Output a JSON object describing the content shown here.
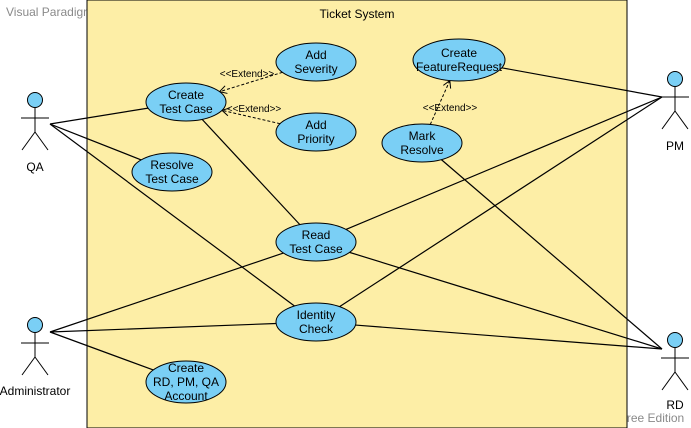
{
  "watermark_top": "Visual Paradigm Online Free Edition",
  "watermark_bottom": "Visual Paradigm Online Free Edition",
  "system": {
    "title": "Ticket System"
  },
  "actors": [
    {
      "id": "qa",
      "label": "QA"
    },
    {
      "id": "administrator",
      "label": "Administrator"
    },
    {
      "id": "pm",
      "label": "PM"
    },
    {
      "id": "rd",
      "label": "RD"
    }
  ],
  "use_cases": [
    {
      "id": "create-test-case",
      "lines": [
        "Create",
        "Test Case"
      ]
    },
    {
      "id": "add-severity",
      "lines": [
        "Add",
        "Severity"
      ]
    },
    {
      "id": "add-priority",
      "lines": [
        "Add",
        "Priority"
      ]
    },
    {
      "id": "resolve-test-case",
      "lines": [
        "Resolve",
        "Test Case"
      ]
    },
    {
      "id": "create-feature-request",
      "lines": [
        "Create",
        "FeatureRequest"
      ]
    },
    {
      "id": "mark-resolve",
      "lines": [
        "Mark",
        "Resolve"
      ]
    },
    {
      "id": "read-test-case",
      "lines": [
        "Read",
        "Test Case"
      ]
    },
    {
      "id": "identity-check",
      "lines": [
        "Identity",
        "Check"
      ]
    },
    {
      "id": "create-accounts",
      "lines": [
        "Create",
        "RD, PM, QA",
        "Account"
      ]
    }
  ],
  "associations": [
    [
      "qa",
      "create-test-case"
    ],
    [
      "qa",
      "resolve-test-case"
    ],
    [
      "qa",
      "identity-check"
    ],
    [
      "create-test-case",
      "read-test-case"
    ],
    [
      "administrator",
      "read-test-case"
    ],
    [
      "administrator",
      "identity-check"
    ],
    [
      "administrator",
      "create-accounts"
    ],
    [
      "pm",
      "create-feature-request"
    ],
    [
      "pm",
      "read-test-case"
    ],
    [
      "pm",
      "identity-check"
    ],
    [
      "rd",
      "mark-resolve"
    ],
    [
      "rd",
      "read-test-case"
    ],
    [
      "rd",
      "identity-check"
    ]
  ],
  "extends": [
    {
      "from": "add-severity",
      "to": "create-test-case",
      "label": "<<Extend>>"
    },
    {
      "from": "add-priority",
      "to": "create-test-case",
      "label": "<<Extend>>"
    },
    {
      "from": "mark-resolve",
      "to": "create-feature-request",
      "label": "<<Extend>>"
    }
  ],
  "colors": {
    "system_fill": "#fdeea6",
    "system_stroke": "#000000",
    "use_case_fill": "#7acff5",
    "use_case_stroke": "#000000",
    "actor_head_fill": "#7acff5",
    "line": "#000000"
  }
}
